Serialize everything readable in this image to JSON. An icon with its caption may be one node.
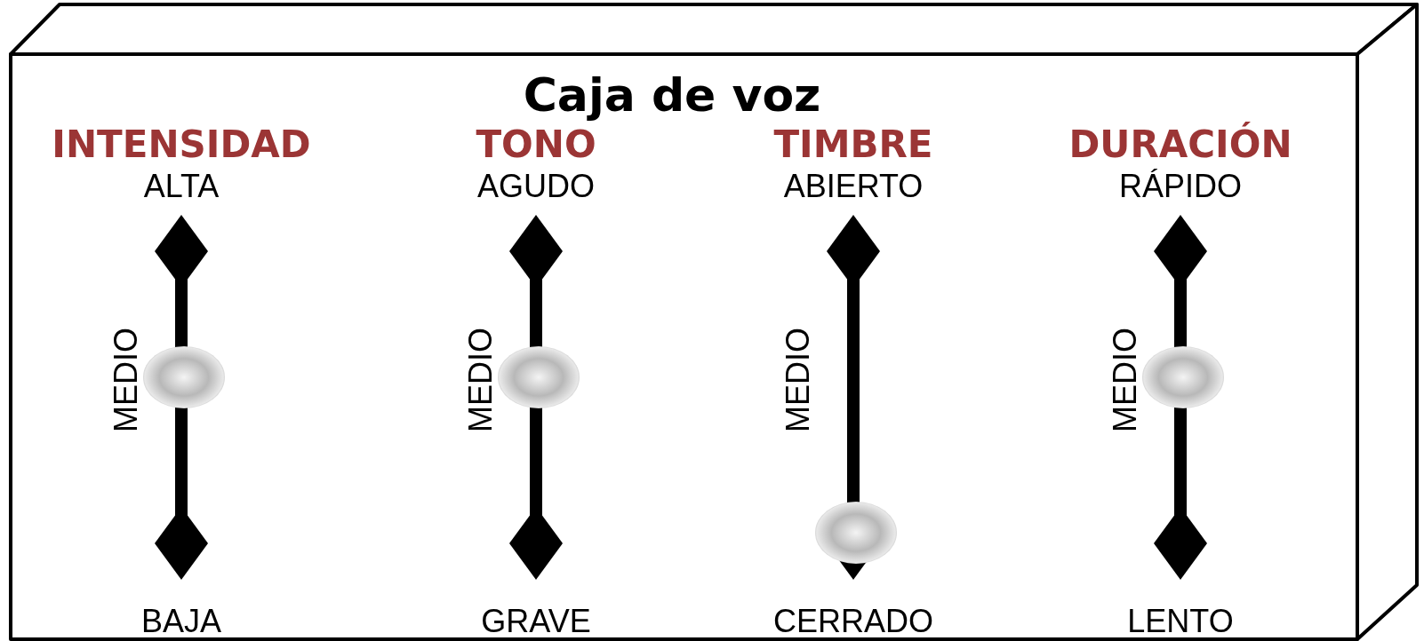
{
  "diagram": {
    "title": "Caja de voz",
    "labels": [
      "INTENSIDAD",
      "TONO",
      "TIMBRE",
      "DURACIÓN",
      "ALTA",
      "AGUDO",
      "ABIERTO",
      "RÁPIDO",
      "MEDIO",
      "MEDIO",
      "MEDIO",
      "MEDIO",
      "BAJA",
      "GRAVE",
      "CERRADO",
      "LENTO"
    ]
  }
}
